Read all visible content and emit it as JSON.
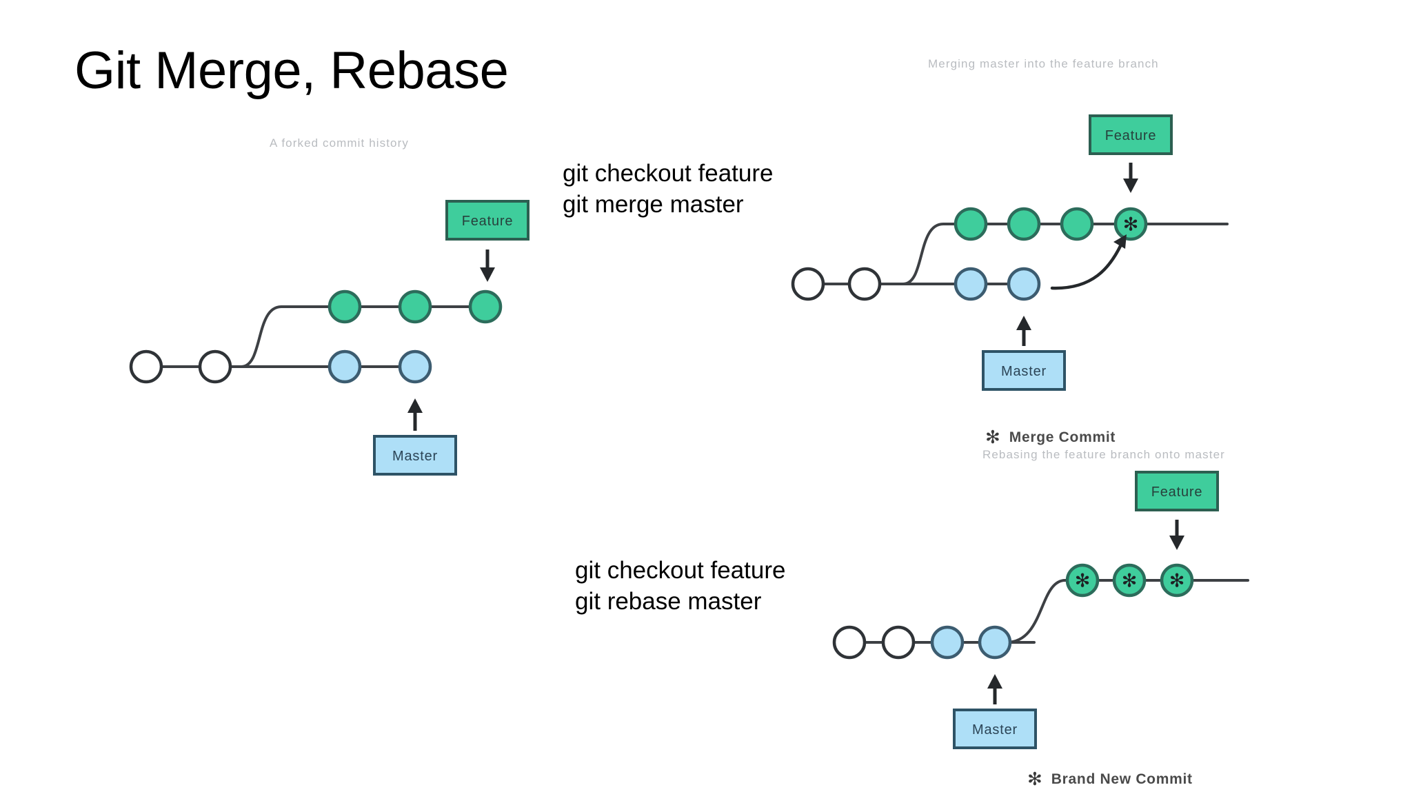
{
  "slide": {
    "title": "Git Merge, Rebase",
    "background_color": "#ffffff"
  },
  "colors": {
    "commit_green": "#3fcd9c",
    "commit_green_border": "#2c6c5b",
    "commit_blue": "#aedff7",
    "commit_blue_border": "#3c5c70",
    "commit_white": "#ffffff",
    "line": "#3d4044",
    "caption_gray": "#b9bcc0",
    "legend_gray": "#4a4a4a",
    "text_black": "#000000"
  },
  "diagrams": [
    {
      "id": "forked-history",
      "caption": "A forked commit history",
      "feature_label": "Feature",
      "master_label": "Master",
      "base_commits": 2,
      "feature_commits": 3,
      "master_commits": 2,
      "merge_commit": false,
      "legend": null
    },
    {
      "id": "merge-master-into-feature",
      "caption": "Merging master into the feature branch",
      "feature_label": "Feature",
      "master_label": "Master",
      "base_commits": 2,
      "feature_commits": 3,
      "master_commits": 2,
      "merge_commit": true,
      "legend": {
        "glyph": "asterisk-icon",
        "symbol": "✻",
        "label": "Merge Commit"
      },
      "sub_caption": "Rebasing the feature branch onto master"
    },
    {
      "id": "rebase-feature-onto-master",
      "caption": "Rebasing the feature branch onto master",
      "feature_label": "Feature",
      "master_label": "Master",
      "base_commits": 2,
      "master_commits": 2,
      "rebased_commits": 3,
      "legend": {
        "glyph": "asterisk-icon",
        "symbol": "✻",
        "label": "Brand New Commit"
      }
    }
  ],
  "commands": [
    {
      "id": "merge-commands",
      "line1": "git checkout feature",
      "line2": "git merge master"
    },
    {
      "id": "rebase-commands",
      "line1": "git checkout feature",
      "line2": "git rebase master"
    }
  ]
}
